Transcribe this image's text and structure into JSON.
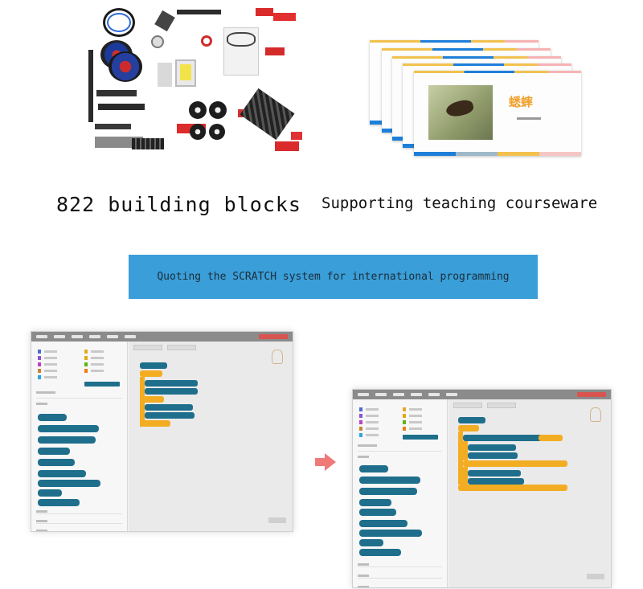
{
  "captions": {
    "blocks": "822 building blocks",
    "courseware": "Supporting teaching courseware"
  },
  "banner": {
    "text": "Quoting the SCRATCH system for international programming"
  },
  "courseware_slide": {
    "title": "蟋蟀"
  },
  "colors": {
    "banner_bg": "#3a9ed8",
    "scratch_block_blue": "#1f6f8c",
    "scratch_block_yellow": "#f3ad22",
    "courseware_title": "#f0a22e",
    "arrow": "#f07a78"
  },
  "icons": {
    "arrow": "right-arrow-icon",
    "sprite": "sprite-icon"
  }
}
